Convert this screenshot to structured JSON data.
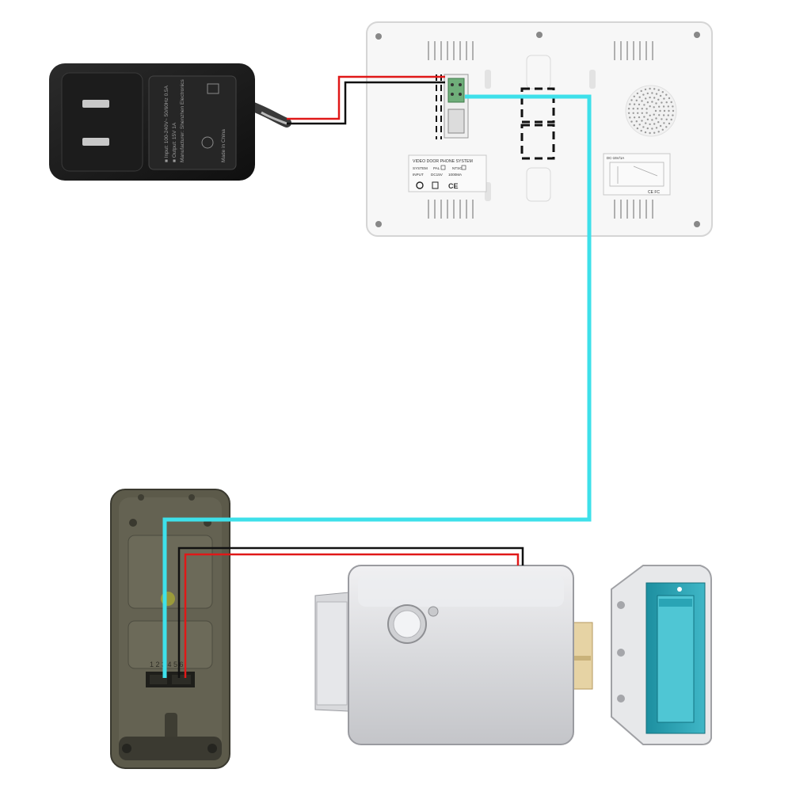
{
  "monitor": {
    "label_title": "VIDEO DOOR PHONE SYSTEM",
    "label_system": "SYSTEM",
    "label_pal": "PAL",
    "label_ntsc": "NTSC",
    "label_input": "INPUT",
    "label_voltage": "DC15V",
    "label_current": "1000MA",
    "mark_ce": "CE",
    "right_label_title": "DC-15V/1A",
    "right_label_mark": "CE FC"
  },
  "adapter": {
    "text_line1": "■ Input: 100-240V~ 50/60Hz 0.5A",
    "text_line2": "■ Output: 15V 1A",
    "text_line3": "Manufacturer: Shenzhen Electronics",
    "text_line4": "Made in China"
  },
  "doorbell": {
    "terminal_numbers": "1 2 3 4 5 6"
  },
  "colors": {
    "signal_wire": "#3ee0ea",
    "positive_wire": "#e01818",
    "negative_wire": "#111111"
  }
}
